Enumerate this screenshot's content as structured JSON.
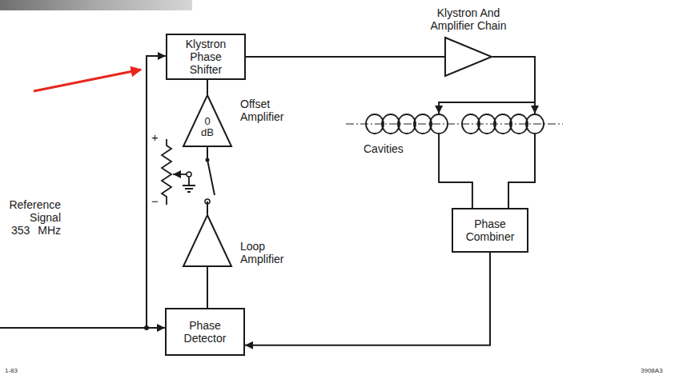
{
  "diagram": {
    "nodes": [
      {
        "text": [
          "Klystron Phase Shifter"
        ]
      },
      {
        "text": [
          "Klystron And Amplifier Chain"
        ]
      },
      {
        "text": [
          "0 dB",
          "Offset Amplifier"
        ]
      },
      {
        "text": [
          "Cavities"
        ]
      },
      {
        "text": [
          "Loop Amplifier"
        ]
      },
      {
        "text": [
          "Phase Combiner"
        ]
      },
      {
        "text": [
          "Phase Detector"
        ]
      }
    ],
    "edges": [
      {
        "from": 0,
        "to": 1,
        "arrow": "none"
      },
      {
        "from": 1,
        "to": 3,
        "arrow": "to"
      },
      {
        "from": 3,
        "to": 5,
        "arrow": "none"
      },
      {
        "from": 5,
        "to": 6,
        "arrow": "to"
      },
      {
        "from": 6,
        "to": 4,
        "arrow": "none"
      },
      {
        "from": 4,
        "to": 2,
        "arrow": "none"
      },
      {
        "from": 2,
        "to": 0,
        "arrow": "none"
      }
    ],
    "labels": [
      "+",
      "−",
      "Reference Signal 353 MHz",
      "1-83",
      "3908A3"
    ]
  }
}
